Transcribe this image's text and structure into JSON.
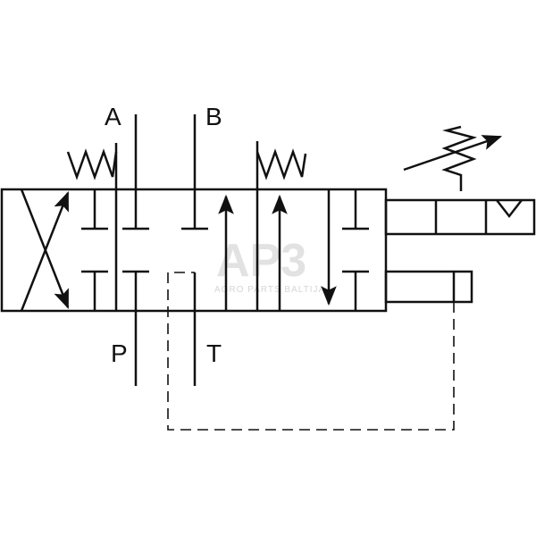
{
  "ports": {
    "a": "A",
    "b": "B",
    "p": "P",
    "t": "T"
  },
  "watermark": {
    "main": "AP3",
    "sub": "AGRO PARTS BALTIJA"
  },
  "colors": {
    "line": "#111111",
    "watermark": "#d9d9d9"
  },
  "icons": {
    "spring": "spring-icon",
    "adjustable_spring": "adjustable-spring-icon",
    "detent": "detent-icon"
  }
}
